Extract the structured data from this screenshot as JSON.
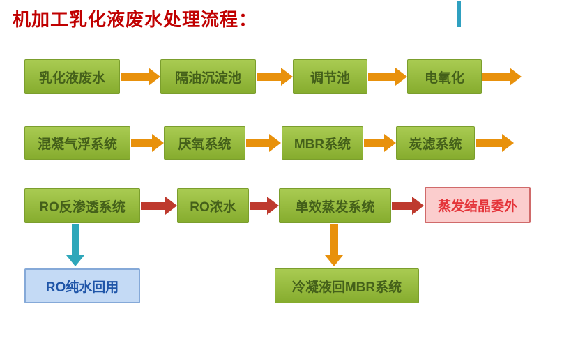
{
  "title": "机加工乳化液废水处理流程：",
  "flow": {
    "row1": [
      "乳化液废水",
      "隔油沉淀池",
      "调节池",
      "电氧化"
    ],
    "row2": [
      "混凝气浮系统",
      "厌氧系统",
      "MBR系统",
      "炭滤系统"
    ],
    "row3": [
      "RO反渗透系统",
      "RO浓水",
      "单效蒸发系统",
      "蒸发结晶委外"
    ],
    "row4": [
      "RO纯水回用",
      "冷凝液回MBR系统"
    ]
  },
  "colors": {
    "title": "#C00000",
    "green_top": "#A9CB52",
    "green_bottom": "#86AC2E",
    "green_border": "#7B9E2D",
    "green_text": "#44601A",
    "arrow_orange": "#E8910C",
    "arrow_red": "#BE3A2E",
    "arrow_teal": "#2EA7BA",
    "pink_bg": "#FBCDCD",
    "pink_border": "#D06A6A",
    "pink_text": "#E4343A",
    "blue_bg": "#C4DAF5",
    "blue_border": "#85A9D8",
    "blue_text": "#1F55A8",
    "deco_bar": "#2FA0C0"
  }
}
